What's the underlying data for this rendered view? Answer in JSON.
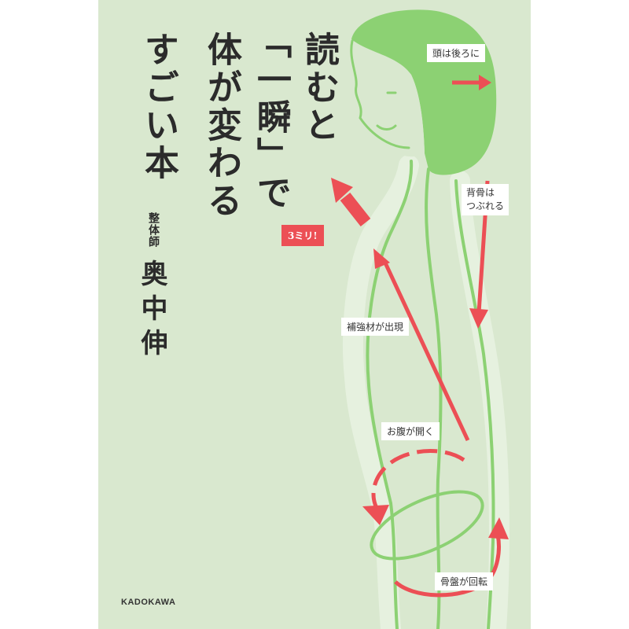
{
  "cover": {
    "title_lines": [
      "読むと",
      "「一瞬」で",
      "体が変わる",
      "すごい本"
    ],
    "author_role": "整体師",
    "author_name": "奥中伸",
    "publisher": "KADOKAWA"
  },
  "illustration": {
    "labels": {
      "head_back": "頭は後ろに",
      "spine_line1": "背骨は",
      "spine_line2": "つぶれる",
      "three_mm": "3ミリ!",
      "brace": "補強材が出現",
      "belly_open": "お腹が開く",
      "pelvis_rotate": "骨盤が回転"
    }
  },
  "colors": {
    "background": "#d9e8cf",
    "green": "#8cd173",
    "green_light": "#c4e1b5",
    "arrow_red": "#ec4f55",
    "text": "#2b2b2b"
  }
}
